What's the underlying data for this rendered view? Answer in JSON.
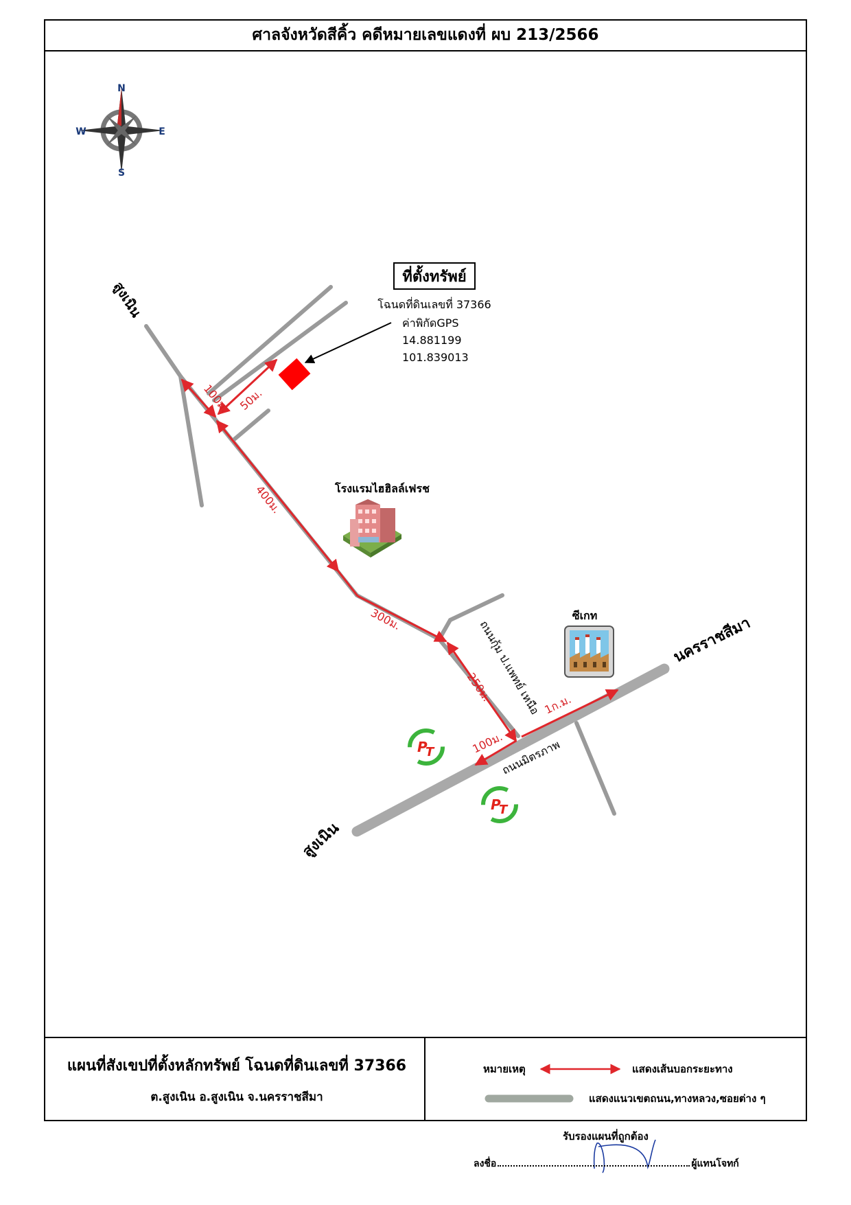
{
  "header": {
    "title": "ศาลจังหวัดสีคิ้ว คดีหมายเลขแดงที่ ผบ 213/2566"
  },
  "compass": {
    "n": "N",
    "s": "S",
    "e": "E",
    "w": "W"
  },
  "property": {
    "heading": "ที่ตั้งทรัพย์",
    "deed": "โฉนดที่ดินเลขที่ 37366",
    "gps_label": "ค่าพิกัดGPS",
    "lat": "14.881199",
    "lon": "101.839013",
    "marker_color": "#ff0000"
  },
  "places": {
    "hotel": "โรงแรมไฮฮิลล์เฟรช",
    "cgate": "ซีเกท",
    "sungnoen_top": "สูงเนิน",
    "sungnoen_bottom": "สูงเนิน",
    "nakhon": "นครราชสีมา",
    "road_mitraphap": "ถนนมิตรภาพ",
    "road_side": "ถนนกุ้ม ป.แพทย์ เหนือ"
  },
  "distances": {
    "d100_top": "100ม.",
    "d50": "50ม.",
    "d400": "400ม.",
    "d300": "300ม.",
    "d250": "250ม.",
    "d100_bottom": "100ม.",
    "d1km": "1ก.ม."
  },
  "gas_station_icon": "pt-logo-icon",
  "footer": {
    "title": "แผนที่สังเขปที่ตั้งหลักทรัพย์ โฉนดที่ดินเลขที่ 37366",
    "subtitle": "ต.สูงเนิน  อ.สูงเนิน  จ.นครราชสีมา",
    "legend_heading": "หมายเหตุ",
    "legend_arrow": "แสดงเส้นบอกระยะทาง",
    "legend_road": "แสดงแนวเขตถนน,ทางหลวง,ซอยต่าง ๆ"
  },
  "signature": {
    "certify": "รับรองแผนที่ถูกต้อง",
    "sign_label": "ลงชื่อ",
    "role": "ผู้แทนโจทก์"
  },
  "colors": {
    "road": "#9a9a9a",
    "arrow": "#e0262b",
    "highway": "#a9a9a9"
  }
}
